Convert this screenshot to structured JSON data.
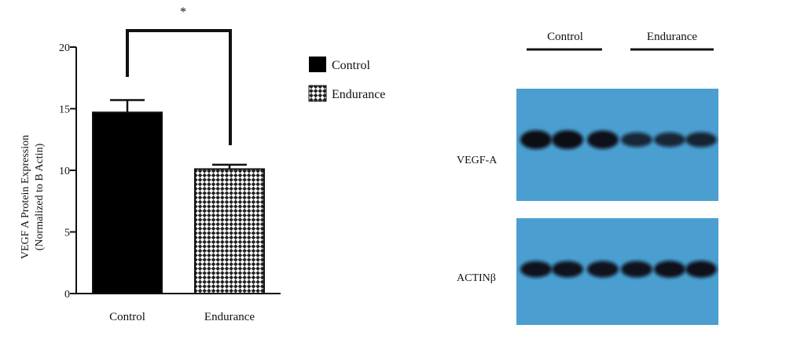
{
  "chart_data": {
    "type": "bar",
    "categories": [
      "Control",
      "Endurance"
    ],
    "series": [
      {
        "values": [
          14.7,
          10.1
        ],
        "error": [
          1.0,
          0.35
        ],
        "colors": [
          "#000000",
          "pattern-checker"
        ]
      }
    ],
    "ylabel_line1": "VEGF A Protein Expression",
    "ylabel_line2": "(Normalized to B Actin)",
    "ylim": [
      0,
      20
    ],
    "yticks": [
      0,
      5,
      10,
      15,
      20
    ],
    "significance": "*",
    "legend": [
      "Control",
      "Endurance"
    ],
    "legend_placement": "right"
  },
  "blot": {
    "group_labels": [
      "Control",
      "Endurance"
    ],
    "row_labels": [
      "VEGF-A",
      "ACTINβ"
    ],
    "membrane_color": "#4a9fd0",
    "lanes_per_group": 3,
    "vegf_band_intensity": [
      1.0,
      1.0,
      0.95,
      0.6,
      0.6,
      0.65
    ],
    "actin_band_intensity": [
      0.9,
      0.9,
      0.9,
      0.9,
      0.95,
      0.95
    ]
  }
}
